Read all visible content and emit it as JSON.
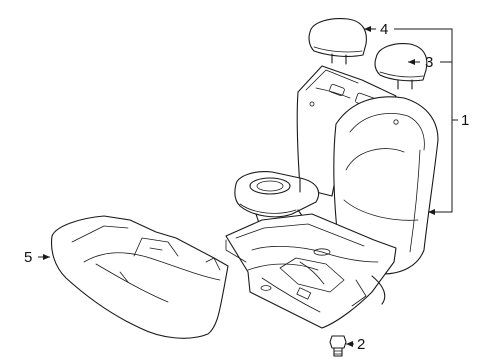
{
  "diagram": {
    "callouts": [
      {
        "id": "1",
        "label": "1",
        "part": "seat-assembly"
      },
      {
        "id": "2",
        "label": "2",
        "part": "bolt"
      },
      {
        "id": "3",
        "label": "3",
        "part": "headrest-right"
      },
      {
        "id": "4",
        "label": "4",
        "part": "headrest-left"
      },
      {
        "id": "5",
        "label": "5",
        "part": "seat-cushion"
      }
    ]
  }
}
